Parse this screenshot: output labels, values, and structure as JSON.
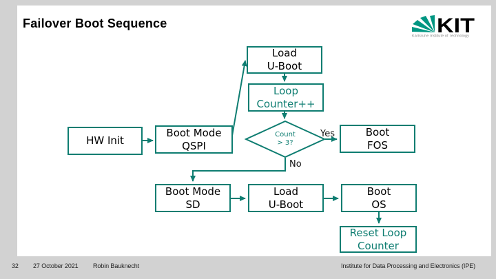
{
  "colors": {
    "teal": "#0e7d71",
    "kit_green": "#009682",
    "background": "#d2d2d2",
    "slide_bg": "#ffffff"
  },
  "slide": {
    "title": "Failover Boot Sequence"
  },
  "logo": {
    "text": "KIT",
    "caption": "Karlsruhe Institute of Technology"
  },
  "flowchart": {
    "nodes": {
      "load_uboot_top": {
        "line1": "Load",
        "line2": "U-Boot"
      },
      "loop_counter": {
        "line1": "Loop",
        "line2": "Counter++"
      },
      "hw_init": {
        "line1": "HW Init"
      },
      "boot_mode_qspi": {
        "line1": "Boot Mode",
        "line2": "QSPI"
      },
      "count_decision": {
        "line1": "Count",
        "line2": "> 3?"
      },
      "boot_fos": {
        "line1": "Boot",
        "line2": "FOS"
      },
      "boot_mode_sd": {
        "line1": "Boot Mode",
        "line2": "SD"
      },
      "load_uboot_2": {
        "line1": "Load",
        "line2": "U-Boot"
      },
      "boot_os": {
        "line1": "Boot",
        "line2": "OS"
      },
      "reset_loop_counter": {
        "line1": "Reset Loop",
        "line2": "Counter"
      }
    },
    "edge_labels": {
      "yes": "Yes",
      "no": "No"
    }
  },
  "footer": {
    "slide_number": "32",
    "date": "27 October 2021",
    "author": "Robin Bauknecht",
    "institute": "Institute for Data Processing and Electronics (IPE)"
  }
}
